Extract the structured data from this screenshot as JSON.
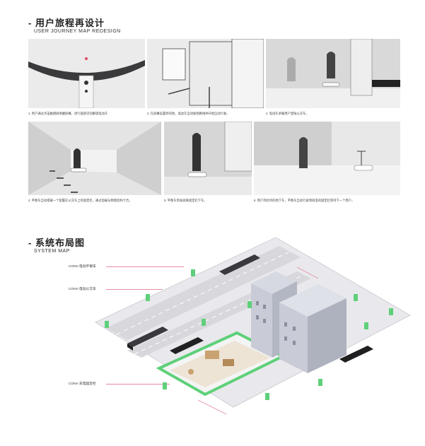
{
  "journey": {
    "title": "- 用户旅程再设计",
    "subtitle": "USER JOURNEY MAP REDESIGN",
    "captions": [
      "1. 用户通过点击触摸屏唤醒屏幕，进行面部识别解锁电动车",
      "2. 在屏幕设置目的地，电动车自动规划路线并开始自动行驶。",
      "4. 电动车承载用户登陆公交车。",
      "4. 平衡车自动搭载一个配置在公交车上的固定栏，通过电磁与物理结构卡合。",
      "5. 平衡车到站就离固定栏下车。",
      "6. 用户到达目的地下车，平衡车自动行驶到班电的固定栏等待下一个用户。"
    ]
  },
  "system": {
    "title": "- 系统布局图",
    "subtitle": "SYSTEM MAP",
    "labels": [
      "CONA 电动平衡车",
      "CONA 电动公交车",
      "CONA 充电固定栏"
    ]
  },
  "colors": {
    "accent_pink": "#e58ba0",
    "green": "#5fd07a",
    "road": "#d8d8dc",
    "building": "#c9cbd6"
  }
}
